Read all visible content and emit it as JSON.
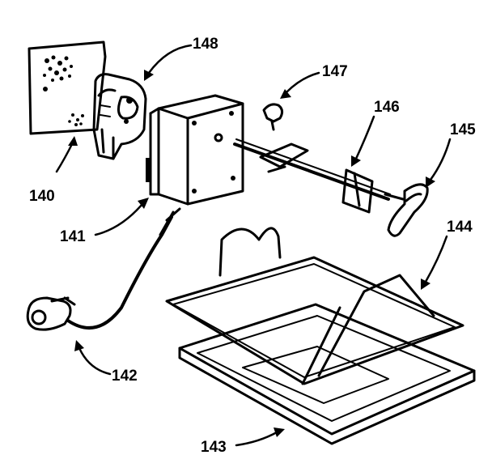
{
  "diagram": {
    "part_labels": [
      {
        "id": "140",
        "text": "140"
      },
      {
        "id": "141",
        "text": "141"
      },
      {
        "id": "142",
        "text": "142"
      },
      {
        "id": "143",
        "text": "143"
      },
      {
        "id": "144",
        "text": "144"
      },
      {
        "id": "145",
        "text": "145"
      },
      {
        "id": "146",
        "text": "146"
      },
      {
        "id": "147",
        "text": "147"
      },
      {
        "id": "148",
        "text": "148"
      }
    ],
    "colors": {
      "ink": "#000000",
      "paper": "#ffffff"
    }
  }
}
